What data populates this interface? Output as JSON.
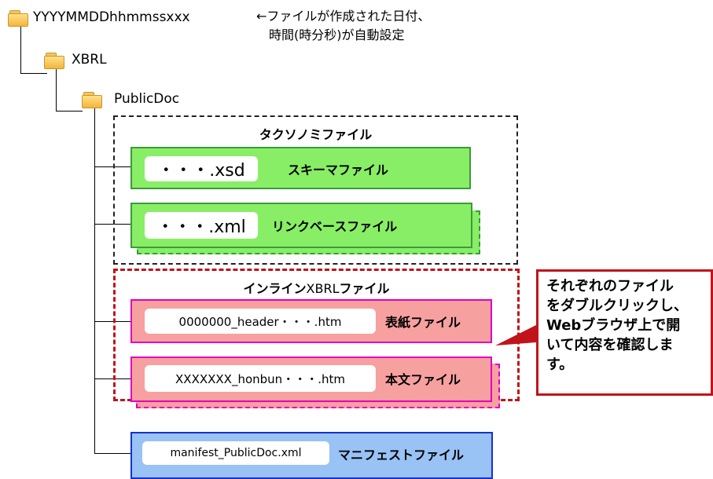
{
  "tree": {
    "root_folder": "YYYYMMDDhhmmssxxx",
    "root_note_line1": "←ファイルが作成された日付、",
    "root_note_line2": "時間(時分秒)が自動設定",
    "xbrl_folder": "XBRL",
    "publicdoc_folder": "PublicDoc"
  },
  "taxonomy": {
    "title": "タクソノミファイル",
    "files": [
      {
        "name": "・・・.xsd",
        "type": "スキーマファイル"
      },
      {
        "name": "・・・.xml",
        "type": "リンクベースファイル"
      }
    ]
  },
  "inline": {
    "title_part1": "インライン",
    "title_part2": "XBRL",
    "title_part3": "ファイル",
    "files": [
      {
        "name": "0000000_header・・・.htm",
        "type": "表紙ファイル"
      },
      {
        "name": "XXXXXXX_honbun・・・.htm",
        "type": "本文ファイル"
      }
    ]
  },
  "manifest": {
    "name": "manifest_PublicDoc.xml",
    "type": "マニフェストファイル"
  },
  "callout": {
    "line1": "それぞれのファイル",
    "line2": "をダブルクリックし、",
    "line3": "Webブラウザ上で開",
    "line4": "いて内容を確認しま",
    "line5": "す。"
  },
  "colors": {
    "taxonomy_fill": "#88ee66",
    "inline_fill": "#f7a0a0",
    "manifest_fill": "#99c2f5",
    "accent_red": "#c0141a"
  }
}
